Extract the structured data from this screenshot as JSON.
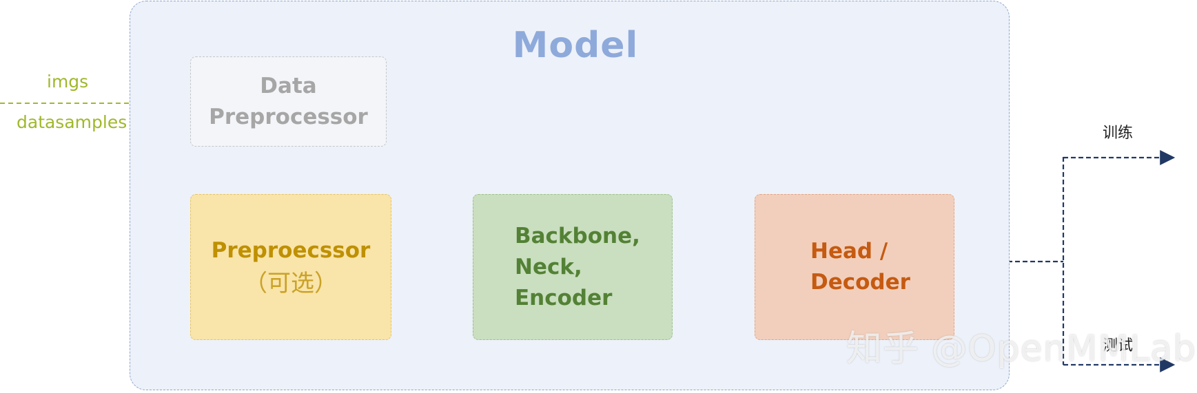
{
  "title": "Model",
  "nodes": {
    "data_preprocessor": [
      "Data",
      "Preprocessor"
    ],
    "preprocessor": {
      "name": "Preproecssor",
      "note": "（可选）"
    },
    "backbone": [
      "Backbone,",
      "Neck,",
      "Encoder"
    ],
    "head": [
      "Head /",
      "Decoder"
    ]
  },
  "inputs": [
    "imgs",
    "datasamples"
  ],
  "outputs": {
    "train": "训练",
    "test": "测试"
  },
  "watermark": "知乎 @OpenMMLab",
  "colors": {
    "frame": "#8ea6cf",
    "input_arrow": "#9fb82c",
    "output_arrow": "#203864",
    "internal_arrow": "#a5a5a5"
  }
}
